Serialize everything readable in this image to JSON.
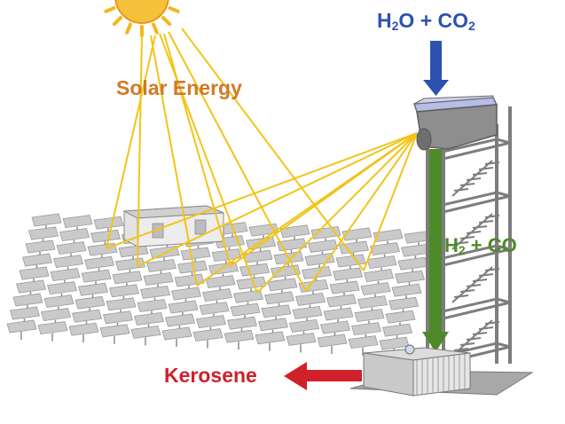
{
  "colors": {
    "background": "#ffffff",
    "solar": "#d07a28",
    "reactants": "#2c52b0",
    "syngas": "#4f8a2a",
    "product": "#d0212a",
    "sunlight": "#f2c418",
    "sun": "#f4b61b",
    "heliostat": "#c9c9c9",
    "tower": "#7d7d7d"
  },
  "labels": {
    "solar_energy": "Solar Energy",
    "reactants": {
      "a": "H",
      "a_sub": "2",
      "b": "O + CO",
      "b_sub": "2"
    },
    "syngas": {
      "a": "H",
      "a_sub": "2",
      "b": " + CO"
    },
    "product": "Kerosene"
  },
  "icons": {
    "sun": "sun-icon",
    "tower": "solar-tower-icon",
    "reactor": "solar-reactor-icon",
    "processing_unit": "gas-to-liquid-unit-icon",
    "control_building": "building-icon",
    "heliostat": "heliostat-mirror-icon"
  }
}
